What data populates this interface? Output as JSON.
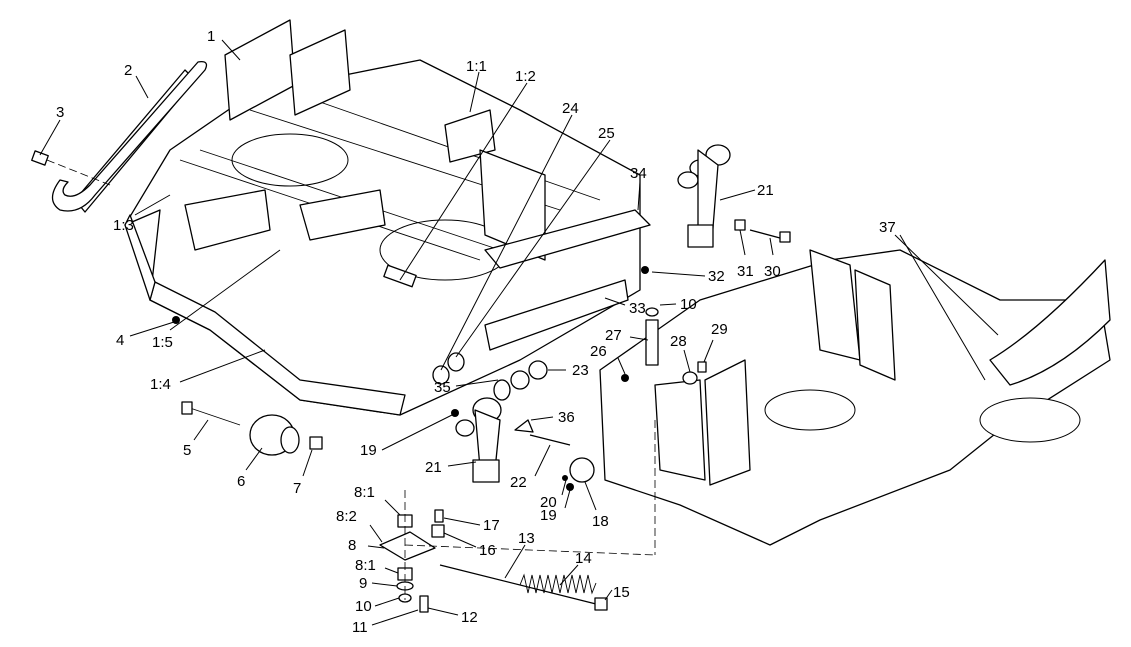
{
  "callouts": [
    {
      "id": "c-1",
      "label": "1"
    },
    {
      "id": "c-2",
      "label": "2"
    },
    {
      "id": "c-3",
      "label": "3"
    },
    {
      "id": "c-1-1",
      "label": "1:1"
    },
    {
      "id": "c-1-2",
      "label": "1:2"
    },
    {
      "id": "c-24",
      "label": "24"
    },
    {
      "id": "c-25",
      "label": "25"
    },
    {
      "id": "c-34",
      "label": "34"
    },
    {
      "id": "c-21a",
      "label": "21"
    },
    {
      "id": "c-37",
      "label": "37"
    },
    {
      "id": "c-1-3",
      "label": "1:3"
    },
    {
      "id": "c-31",
      "label": "31"
    },
    {
      "id": "c-30",
      "label": "30"
    },
    {
      "id": "c-32",
      "label": "32"
    },
    {
      "id": "c-33",
      "label": "33"
    },
    {
      "id": "c-10a",
      "label": "10"
    },
    {
      "id": "c-4",
      "label": "4"
    },
    {
      "id": "c-1-5",
      "label": "1:5"
    },
    {
      "id": "c-27",
      "label": "27"
    },
    {
      "id": "c-28",
      "label": "28"
    },
    {
      "id": "c-29",
      "label": "29"
    },
    {
      "id": "c-26",
      "label": "26"
    },
    {
      "id": "c-1-4",
      "label": "1:4"
    },
    {
      "id": "c-35",
      "label": "35"
    },
    {
      "id": "c-23",
      "label": "23"
    },
    {
      "id": "c-36",
      "label": "36"
    },
    {
      "id": "c-5",
      "label": "5"
    },
    {
      "id": "c-19a",
      "label": "19"
    },
    {
      "id": "c-21b",
      "label": "21"
    },
    {
      "id": "c-6",
      "label": "6"
    },
    {
      "id": "c-7",
      "label": "7"
    },
    {
      "id": "c-22",
      "label": "22"
    },
    {
      "id": "c-20",
      "label": "20"
    },
    {
      "id": "c-19b",
      "label": "19"
    },
    {
      "id": "c-18",
      "label": "18"
    },
    {
      "id": "c-8-1a",
      "label": "8:1"
    },
    {
      "id": "c-8-2",
      "label": "8:2"
    },
    {
      "id": "c-17",
      "label": "17"
    },
    {
      "id": "c-8",
      "label": "8"
    },
    {
      "id": "c-16",
      "label": "16"
    },
    {
      "id": "c-13",
      "label": "13"
    },
    {
      "id": "c-8-1b",
      "label": "8:1"
    },
    {
      "id": "c-14",
      "label": "14"
    },
    {
      "id": "c-15",
      "label": "15"
    },
    {
      "id": "c-9",
      "label": "9"
    },
    {
      "id": "c-10b",
      "label": "10"
    },
    {
      "id": "c-12",
      "label": "12"
    },
    {
      "id": "c-11",
      "label": "11"
    }
  ]
}
